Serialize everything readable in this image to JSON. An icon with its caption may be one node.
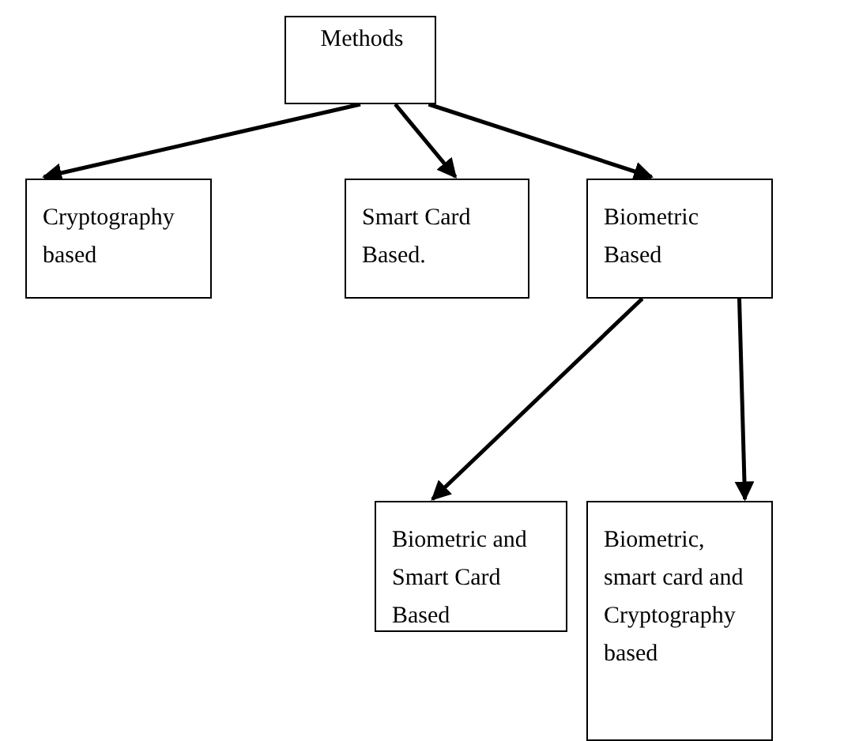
{
  "diagram": {
    "nodes": [
      {
        "text": [
          "Methods"
        ]
      },
      {
        "text": [
          "Cryptography based"
        ]
      },
      {
        "text": [
          "Smart Card Based."
        ]
      },
      {
        "text": [
          "Biometric Based"
        ]
      },
      {
        "text": [
          "Biometric and Smart Card Based"
        ]
      },
      {
        "text": [
          "Biometric, smart card and Cryptography based"
        ]
      }
    ],
    "edges": [
      {
        "from": 0,
        "to": 1,
        "arrow": "to"
      },
      {
        "from": 0,
        "to": 2,
        "arrow": "to"
      },
      {
        "from": 0,
        "to": 3,
        "arrow": "to"
      },
      {
        "from": 3,
        "to": 4,
        "arrow": "to"
      },
      {
        "from": 3,
        "to": 5,
        "arrow": "to"
      }
    ]
  }
}
